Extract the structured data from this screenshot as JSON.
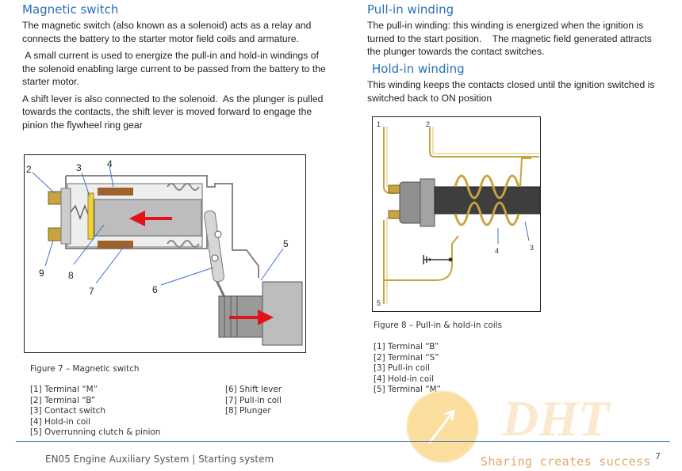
{
  "left": {
    "heading": "Magnetic switch",
    "paragraphs": [
      "The magnetic switch (also known as a solenoid) acts as a relay and connects the battery to the starter motor field coils and armature.",
      " A small current is used to energize the pull-in and hold-in windings of the solenoid enabling large current to be passed from the battery to the starter motor.",
      "A shift lever is also connected to the solenoid.  As the plunger is pulled towards the contacts, the shift lever is moved forward to engage the pinion the flywheel ring gear"
    ],
    "figure": {
      "callouts": [
        "2",
        "3",
        "4",
        "5",
        "6",
        "7",
        "8",
        "9"
      ],
      "caption": "Figure 7 – Magnetic switch",
      "legend_col1": [
        "[1] Terminal “M”",
        "[2] Terminal “B”",
        "[3] Contact switch",
        "[4] Hold-in coil",
        "[5] Overrunning clutch & pinion"
      ],
      "legend_col2": [
        "[6] Shift lever",
        "[7] Pull-in coil",
        "[8] Plunger"
      ]
    }
  },
  "right": {
    "heading1": "Pull-in winding",
    "para1": "The pull-in winding: this winding is energized when the ignition is turned to the start position.    The magnetic field generated attracts the plunger towards the contact switches.",
    "heading2": "Hold-in winding",
    "para2": "This winding keeps the contacts closed until the ignition switched is switched back to ON position",
    "figure": {
      "callouts": [
        "1",
        "2",
        "3",
        "4",
        "5"
      ],
      "caption": "Figure 8 – Pull-in & hold-in coils",
      "legend": [
        "[1] Terminal “B”",
        "[2] Terminal “S”",
        "[3] Pull-in coil",
        "[4] Hold-in coil",
        "[5] Terminal “M”"
      ]
    }
  },
  "footer": {
    "text": "EN05 Engine Auxiliary System | Starting system",
    "page": "7",
    "watermark_logo": "DHT",
    "watermark_tagline": "Sharing creates success"
  },
  "colors": {
    "heading": "#2a6fb8",
    "arrow": "#e0141a",
    "coil": "#a0622c",
    "winding": "#c9a33e",
    "watermark": "#f7c76a"
  }
}
